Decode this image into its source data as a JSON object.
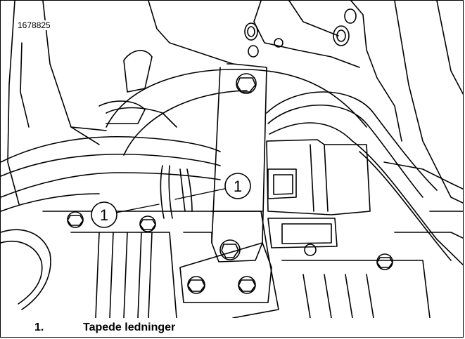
{
  "figure": {
    "id": "1678825"
  },
  "callouts": [
    {
      "label": "1"
    },
    {
      "label": "1"
    }
  ],
  "legend": {
    "items": [
      {
        "number": "1.",
        "text": "Tapede ledninger"
      }
    ]
  },
  "colors": {
    "line": "#000000",
    "background": "#ffffff"
  }
}
